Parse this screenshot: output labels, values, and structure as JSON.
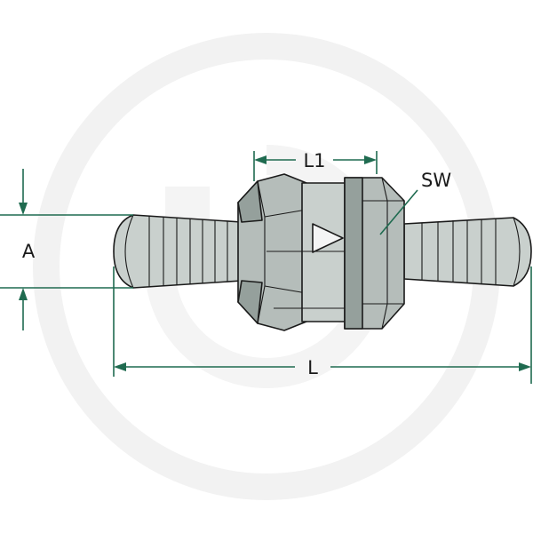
{
  "labels": {
    "overall_length": "L",
    "body_length": "L1",
    "wrench_size": "SW",
    "hose_diameter": "A"
  },
  "colors": {
    "part_light": "#c9d0cd",
    "part_mid": "#b5bdba",
    "part_dark": "#95a09c",
    "dimension_line": "#1f6b50",
    "outline": "#1a1a1a",
    "watermark": "#f1f1f1"
  }
}
